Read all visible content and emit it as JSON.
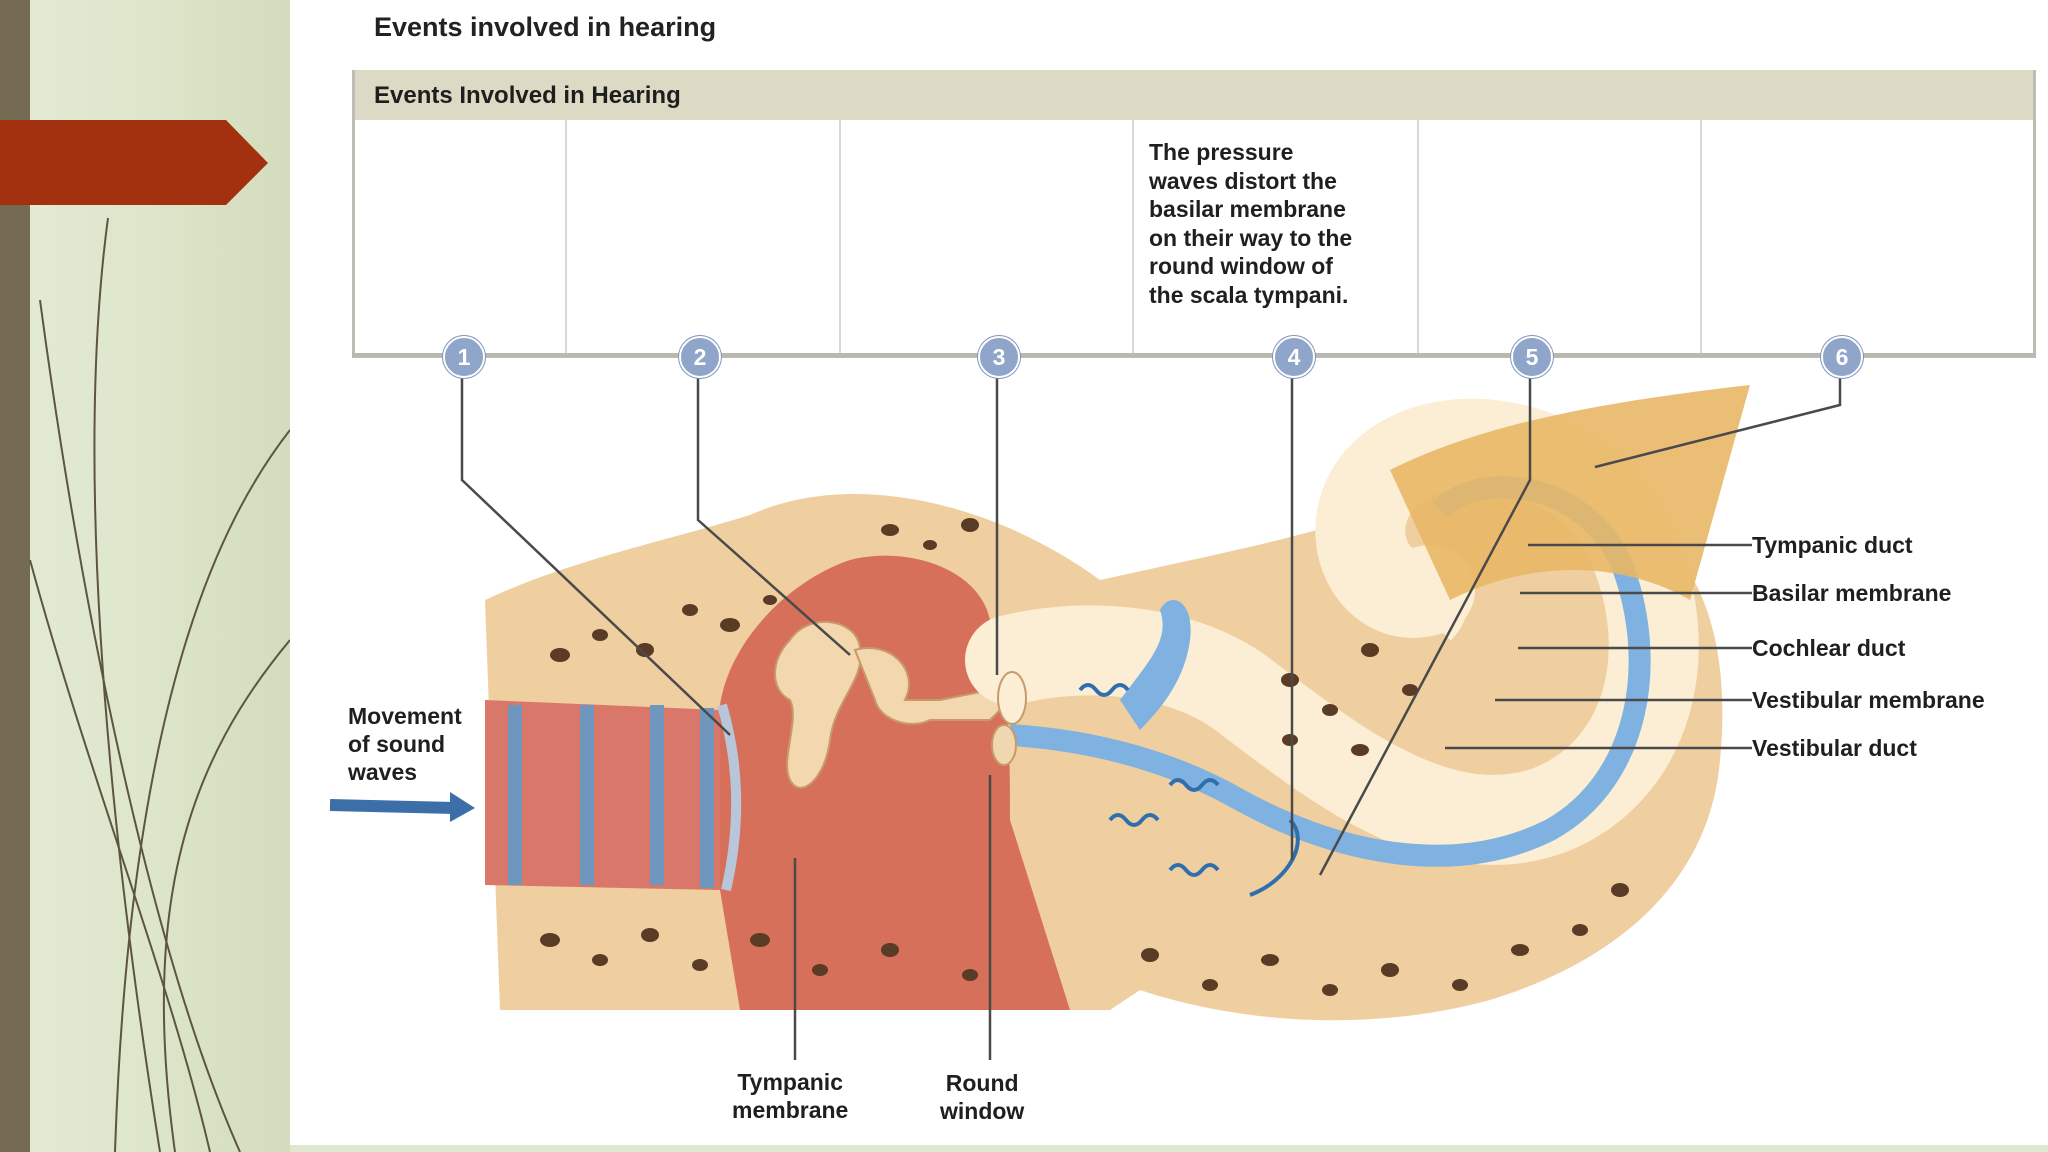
{
  "slide_title": "Events involved in hearing",
  "table": {
    "header": "Events Involved in Hearing",
    "step4_text": "The pressure\nwaves distort the\nbasilar membrane\non their way to the\nround window of\nthe scala tympani."
  },
  "steps": [
    "1",
    "2",
    "3",
    "4",
    "5",
    "6"
  ],
  "labels": {
    "movement": "Movement\nof sound\nwaves",
    "tympanic_membrane": "Tympanic\nmembrane",
    "round_window": "Round\nwindow",
    "tympanic_duct": "Tympanic duct",
    "basilar_membrane": "Basilar membrane",
    "cochlear_duct": "Cochlear duct",
    "vestibular_membrane": "Vestibular membrane",
    "vestibular_duct": "Vestibular duct"
  },
  "colors": {
    "accent_red": "#a3300f",
    "left_bar": "#756a52",
    "step_circle": "#8fa5c9",
    "bone": "#efcf9f",
    "tissue": "#d9735a",
    "fluid_blue": "#7fb2e0",
    "canal_cream": "#fbeed4"
  }
}
